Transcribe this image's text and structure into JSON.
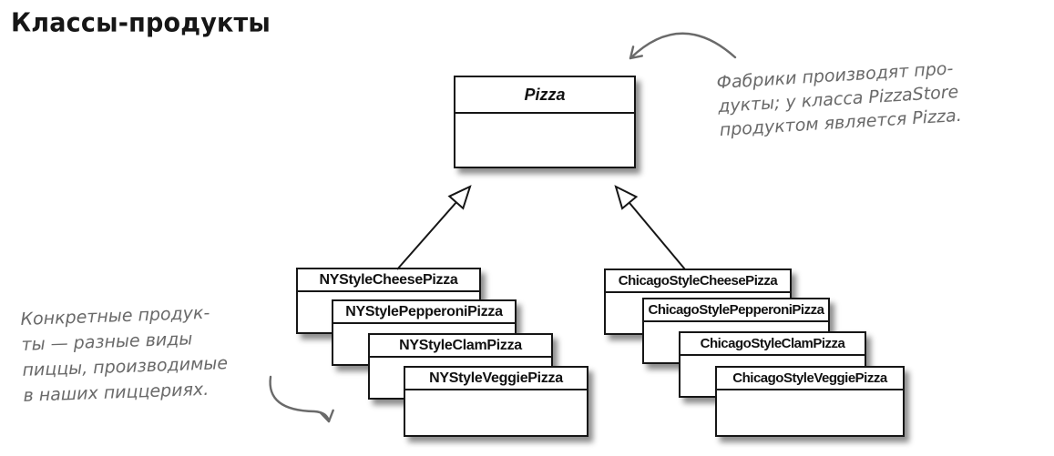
{
  "page": {
    "title": "Классы-продукты"
  },
  "diagram": {
    "parent_class": {
      "name": "Pizza"
    },
    "ny_stack": [
      "NYStyleCheesePizza",
      "NYStylePepperoniPizza",
      "NYStyleClamPizza",
      "NYStyleVeggiePizza"
    ],
    "chicago_stack": [
      "ChicagoStyleCheesePizza",
      "ChicagoStylePepperoniPizza",
      "ChicagoStyleClamPizza",
      "ChicagoStyleVeggiePizza"
    ],
    "relationship": "inheritance"
  },
  "annotations": {
    "factory_note": {
      "lines": [
        "Фабрики производят про-",
        "дукты; у класса PizzaStore",
        "продуктом является Pizza."
      ]
    },
    "products_note": {
      "lines": [
        "Конкретные продук-",
        "ты — разные виды",
        "пиццы, производимые",
        "в наших пиццериях."
      ]
    }
  },
  "colors": {
    "ink": "#161616",
    "handwriting": "#6a6a6a",
    "box_fill": "#ffffff"
  }
}
